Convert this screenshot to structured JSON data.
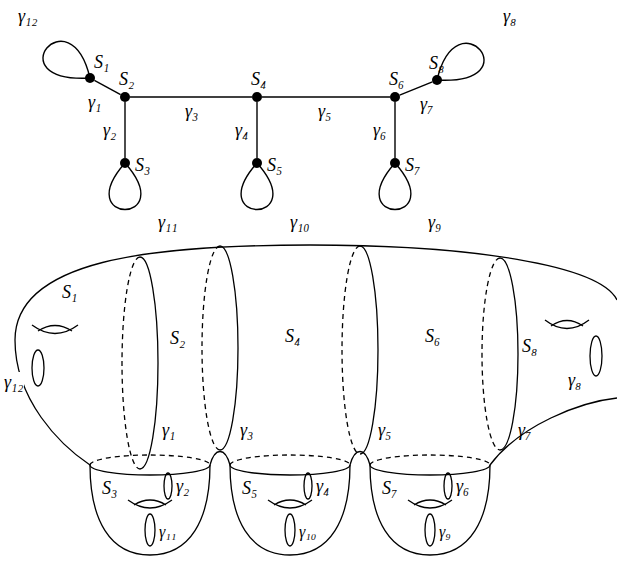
{
  "diagram": {
    "nodes": [
      {
        "text": [
          "S₁"
        ]
      },
      {
        "text": [
          "S₂"
        ]
      },
      {
        "text": [
          "S₃"
        ]
      },
      {
        "text": [
          "S₄"
        ]
      },
      {
        "text": [
          "S₅"
        ]
      },
      {
        "text": [
          "S₆"
        ]
      },
      {
        "text": [
          "S₇"
        ]
      },
      {
        "text": [
          "S₈"
        ]
      }
    ],
    "edges": [
      {
        "from": 0,
        "to": 1,
        "arrow": "none",
        "label": "γ₁"
      },
      {
        "from": 1,
        "to": 2,
        "arrow": "none",
        "label": "γ₂"
      },
      {
        "from": 1,
        "to": 3,
        "arrow": "none",
        "label": "γ₃"
      },
      {
        "from": 3,
        "to": 4,
        "arrow": "none",
        "label": "γ₄"
      },
      {
        "from": 3,
        "to": 5,
        "arrow": "none",
        "label": "γ₅"
      },
      {
        "from": 5,
        "to": 6,
        "arrow": "none",
        "label": "γ₆"
      },
      {
        "from": 5,
        "to": 7,
        "arrow": "none",
        "label": "γ₇"
      },
      {
        "from": 7,
        "to": 7,
        "arrow": "none",
        "label": "γ₈"
      },
      {
        "from": 6,
        "to": 6,
        "arrow": "none",
        "label": "γ₉"
      },
      {
        "from": 4,
        "to": 4,
        "arrow": "none",
        "label": "γ₁₀"
      },
      {
        "from": 2,
        "to": 2,
        "arrow": "none",
        "label": "γ₁₁"
      },
      {
        "from": 0,
        "to": 0,
        "arrow": "none",
        "label": "γ₁₂"
      }
    ],
    "labels": [
      "S₁",
      "γ₁₂",
      "S₂",
      "γ₁",
      "S₃",
      "γ₂",
      "γ₁₁",
      "γ₃",
      "S₄",
      "S₅",
      "γ₄",
      "γ₁₀",
      "γ₅",
      "S₆",
      "S₇",
      "γ₆",
      "γ₉",
      "γ₇",
      "S₈",
      "γ₈"
    ]
  }
}
